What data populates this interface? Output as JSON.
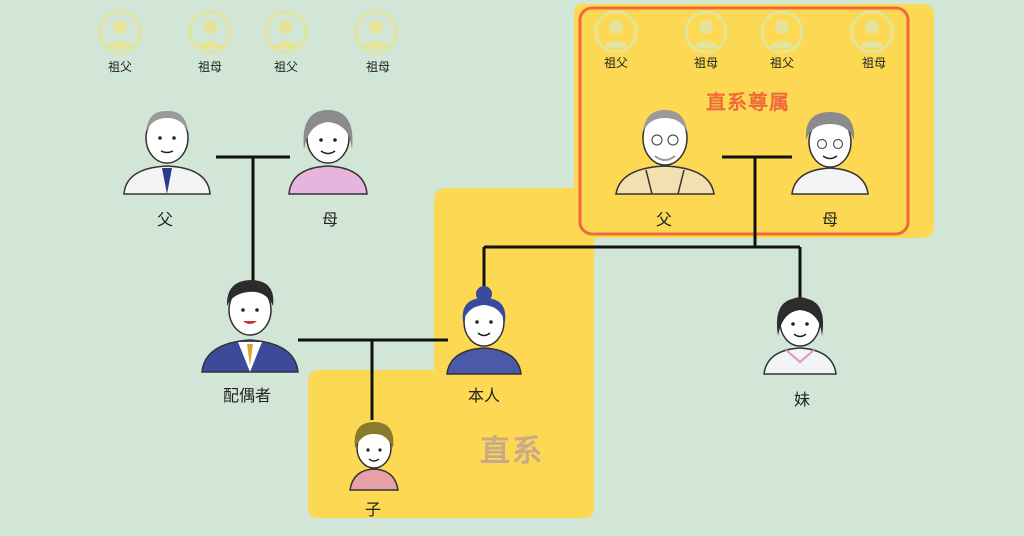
{
  "diagram": {
    "colors": {
      "background": "#d2e6d7",
      "highlight": "#fcd853",
      "ancestor_border": "#ef6b3b",
      "line": "#111111",
      "avatar": "#e3e49a"
    },
    "regions": {
      "ancestors_title": "直系尊属",
      "direct_title": "直系"
    },
    "grandparents_left": [
      {
        "label": "祖父",
        "icon": "user-avatar-icon"
      },
      {
        "label": "祖母",
        "icon": "user-avatar-icon"
      },
      {
        "label": "祖父",
        "icon": "user-avatar-icon"
      },
      {
        "label": "祖母",
        "icon": "user-avatar-icon"
      }
    ],
    "grandparents_right": [
      {
        "label": "祖父",
        "icon": "user-avatar-icon"
      },
      {
        "label": "祖母",
        "icon": "user-avatar-icon"
      },
      {
        "label": "祖父",
        "icon": "user-avatar-icon"
      },
      {
        "label": "祖母",
        "icon": "user-avatar-icon"
      }
    ],
    "people": {
      "spouse_father": "父",
      "spouse_mother": "母",
      "spouse": "配偶者",
      "self": "本人",
      "child": "子",
      "father": "父",
      "mother": "母",
      "sister": "妹"
    }
  }
}
